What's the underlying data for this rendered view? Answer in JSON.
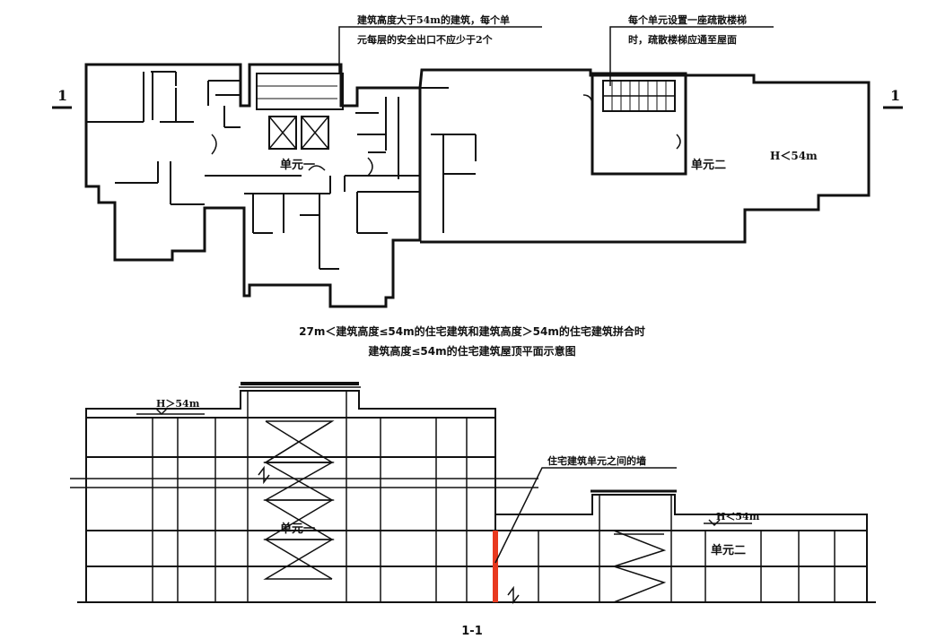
{
  "plan": {
    "callout_1_line_1": "建筑高度大于54m的建筑，每个单",
    "callout_1_line_2": "元每层的安全出口不应少于2个",
    "callout_2_line_1": "每个单元设置一座疏散楼梯",
    "callout_2_line_2": "时，疏散楼梯应通至屋面",
    "section_mark_left": "1",
    "section_mark_right": "1",
    "unit_1_label": "单元一",
    "unit_2_label": "单元二",
    "height_label": "H＜54m"
  },
  "caption": {
    "line_1": "27m＜建筑高度≤54m的住宅建筑和建筑高度＞54m的住宅建筑拼合时",
    "line_2": "建筑高度≤54m的住宅建筑屋顶平面示意图"
  },
  "section": {
    "height_label_left": "H＞54m",
    "height_label_right": "H＜54m",
    "wall_callout": "住宅建筑单元之间的墙",
    "unit_1_label": "单元一",
    "unit_2_label": "单元二",
    "title": "1-1"
  },
  "colors": {
    "line": "#111111",
    "highlight_wall": "#e8391f"
  }
}
